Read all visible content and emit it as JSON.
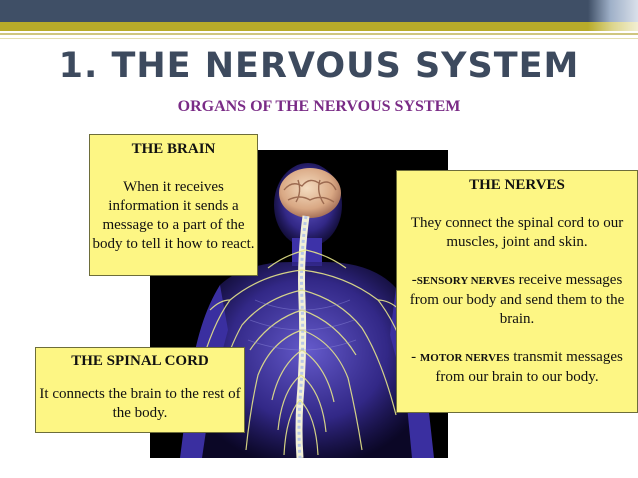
{
  "slide": {
    "title": "1. THE NERVOUS SYSTEM",
    "subtitle": "ORGANS OF THE NERVOUS SYSTEM"
  },
  "brain": {
    "heading": "THE BRAIN",
    "text": "When it receives information it sends a message to a part of the body to tell it how to react."
  },
  "spinal_cord": {
    "heading": "THE SPINAL CORD",
    "text": "It connects the brain to the rest of the body."
  },
  "nerves": {
    "heading": "THE NERVES",
    "text": "They connect the spinal cord to our muscles, joint and skin.",
    "sensory_prefix": "-",
    "sensory_label": "SENSORY NERVES",
    "sensory_text": " receive messages from our body and send them to the brain.",
    "motor_prefix": "- ",
    "motor_label": "MOTOR NERVES",
    "motor_text": " transmit messages from our brain to our body."
  },
  "colors": {
    "title": "#3d4a5e",
    "subtitle": "#7a2b86",
    "box_fill": "#fdf684",
    "header_bar": "#3f4f66",
    "accent_bar": "#b8ab2a"
  }
}
